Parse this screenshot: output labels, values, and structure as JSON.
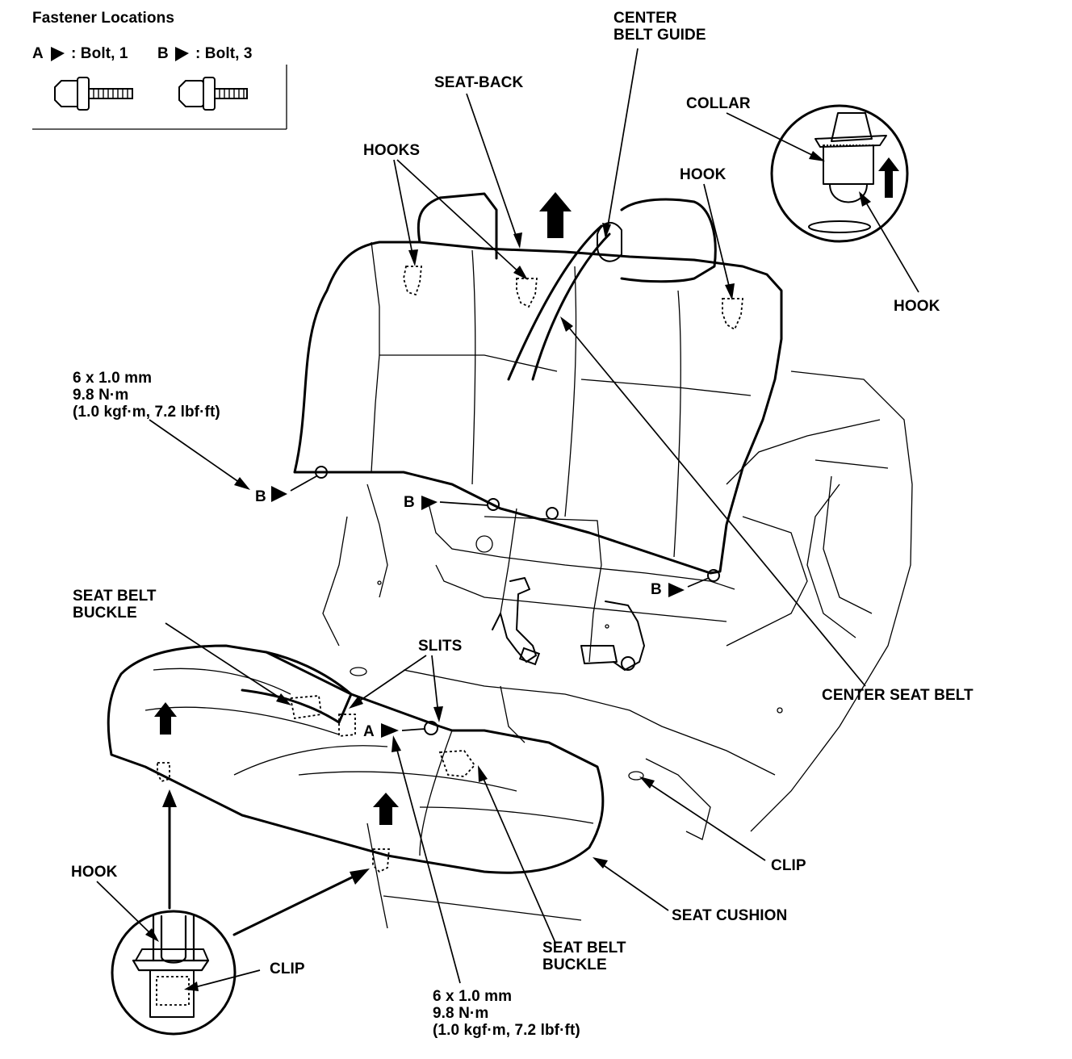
{
  "legend": {
    "title": "Fastener Locations",
    "a_letter": "A",
    "a_text": ": Bolt, 1",
    "b_letter": "B",
    "b_text": ": Bolt, 3"
  },
  "labels": {
    "center_belt_guide": [
      "CENTER",
      "BELT GUIDE"
    ],
    "seat_back": "SEAT-BACK",
    "hooks": "HOOKS",
    "hook_right": "HOOK",
    "collar": "COLLAR",
    "hook_detail": "HOOK",
    "torque_upper": [
      "6 x 1.0 mm",
      "9.8 N·m",
      "(1.0 kgf·m, 7.2 lbf·ft)"
    ],
    "bolt_b_left": "B",
    "bolt_b_mid": "B",
    "bolt_b_right": "B",
    "center_seat_belt": "CENTER SEAT BELT",
    "seat_belt_buckle_left": [
      "SEAT BELT",
      "BUCKLE"
    ],
    "slits": "SLITS",
    "bolt_a": "A",
    "clip_right": "CLIP",
    "seat_cushion": "SEAT CUSHION",
    "hook_lower": "HOOK",
    "clip_lower": "CLIP",
    "seat_belt_buckle_lower": [
      "SEAT BELT",
      "BUCKLE"
    ],
    "torque_lower": [
      "6 x 1.0 mm",
      "9.8 N·m",
      "(1.0 kgf·m, 7.2 lbf·ft)"
    ]
  }
}
